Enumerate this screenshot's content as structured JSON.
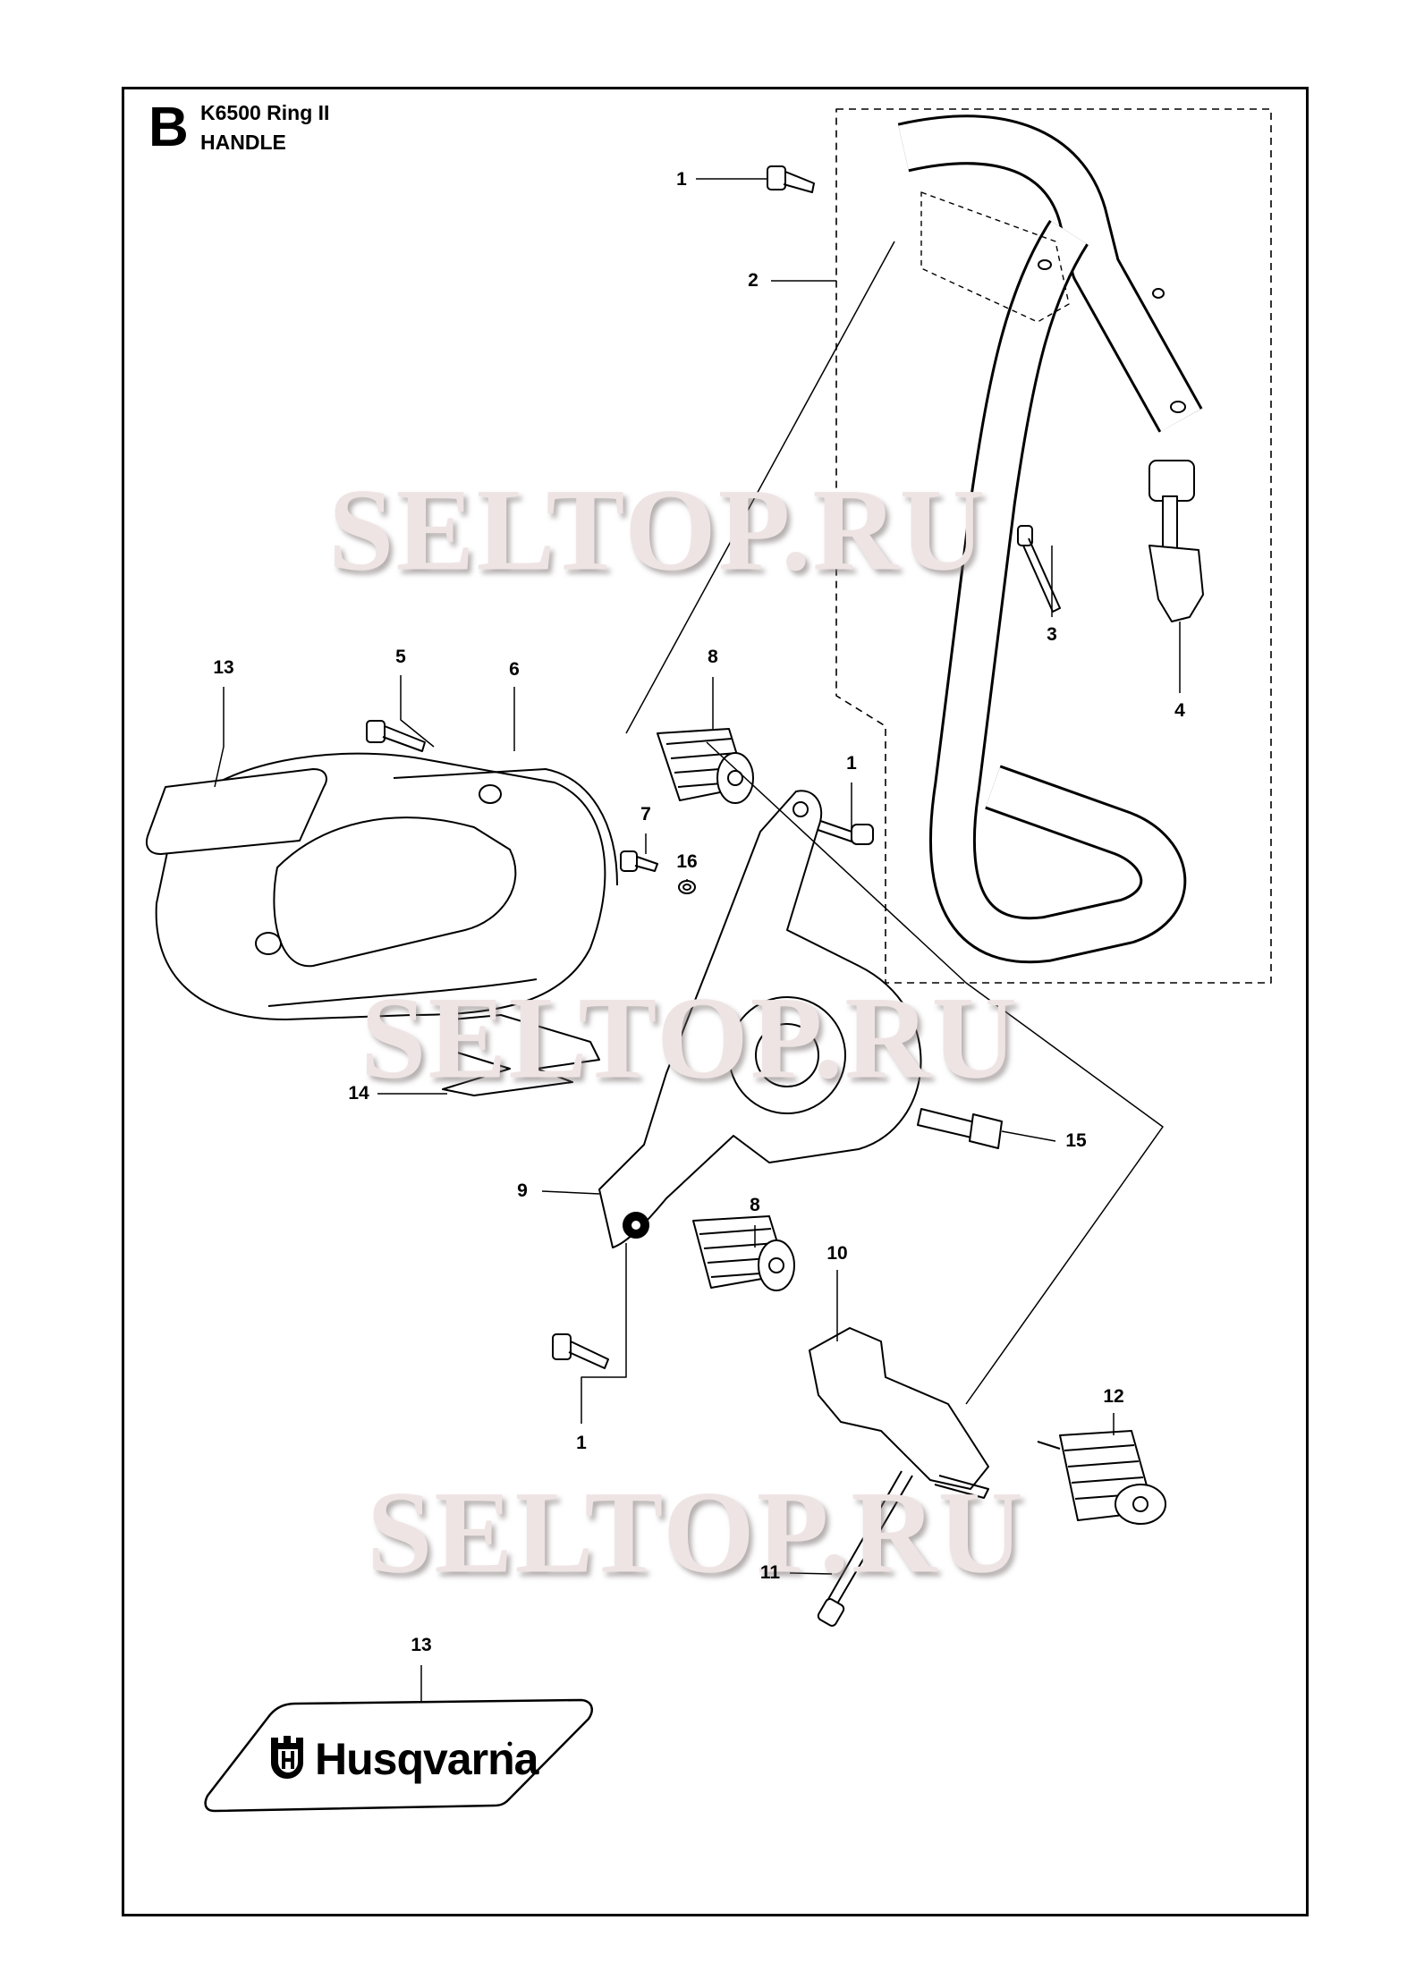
{
  "header": {
    "section_letter": "B",
    "model": "K6500 Ring II",
    "assembly": "HANDLE"
  },
  "callouts": [
    "1",
    "2",
    "3",
    "4",
    "5",
    "6",
    "13",
    "8",
    "1",
    "7",
    "16",
    "14",
    "15",
    "9",
    "8",
    "10",
    "12",
    "1",
    "11",
    "13"
  ],
  "watermarks": [
    "SELTOP.RU",
    "SELTOP.RU",
    "SELTOP.RU"
  ],
  "decal": {
    "brand": "Husqvarna",
    "icon": "husqvarna-crown-h-logo"
  }
}
